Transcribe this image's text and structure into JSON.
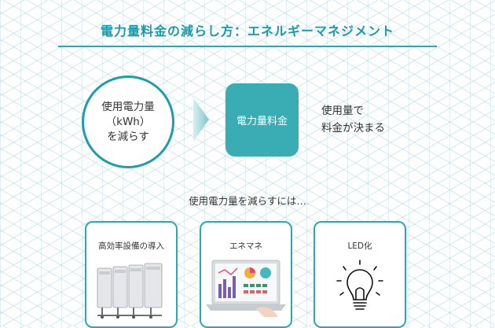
{
  "header": {
    "title": "電力量料金の減らし方：エネルギーマネジメント"
  },
  "flow": {
    "circle_lines": [
      "使用電力量",
      "（kWh）",
      "を減らす"
    ],
    "box_label": "電力量料金",
    "result_lines": [
      "使用量で",
      "料金が決まる"
    ]
  },
  "methods": {
    "intro": "使用電力量を減らすには…",
    "cards": [
      {
        "label": "高効率設備の導入",
        "icon": "industrial-equipment-icon"
      },
      {
        "label": "エネマネ",
        "icon": "laptop-dashboard-icon"
      },
      {
        "label": "LED化",
        "icon": "light-bulb-icon"
      }
    ]
  },
  "colors": {
    "accent": "#1a9aa6",
    "box": "#3aacb4"
  }
}
